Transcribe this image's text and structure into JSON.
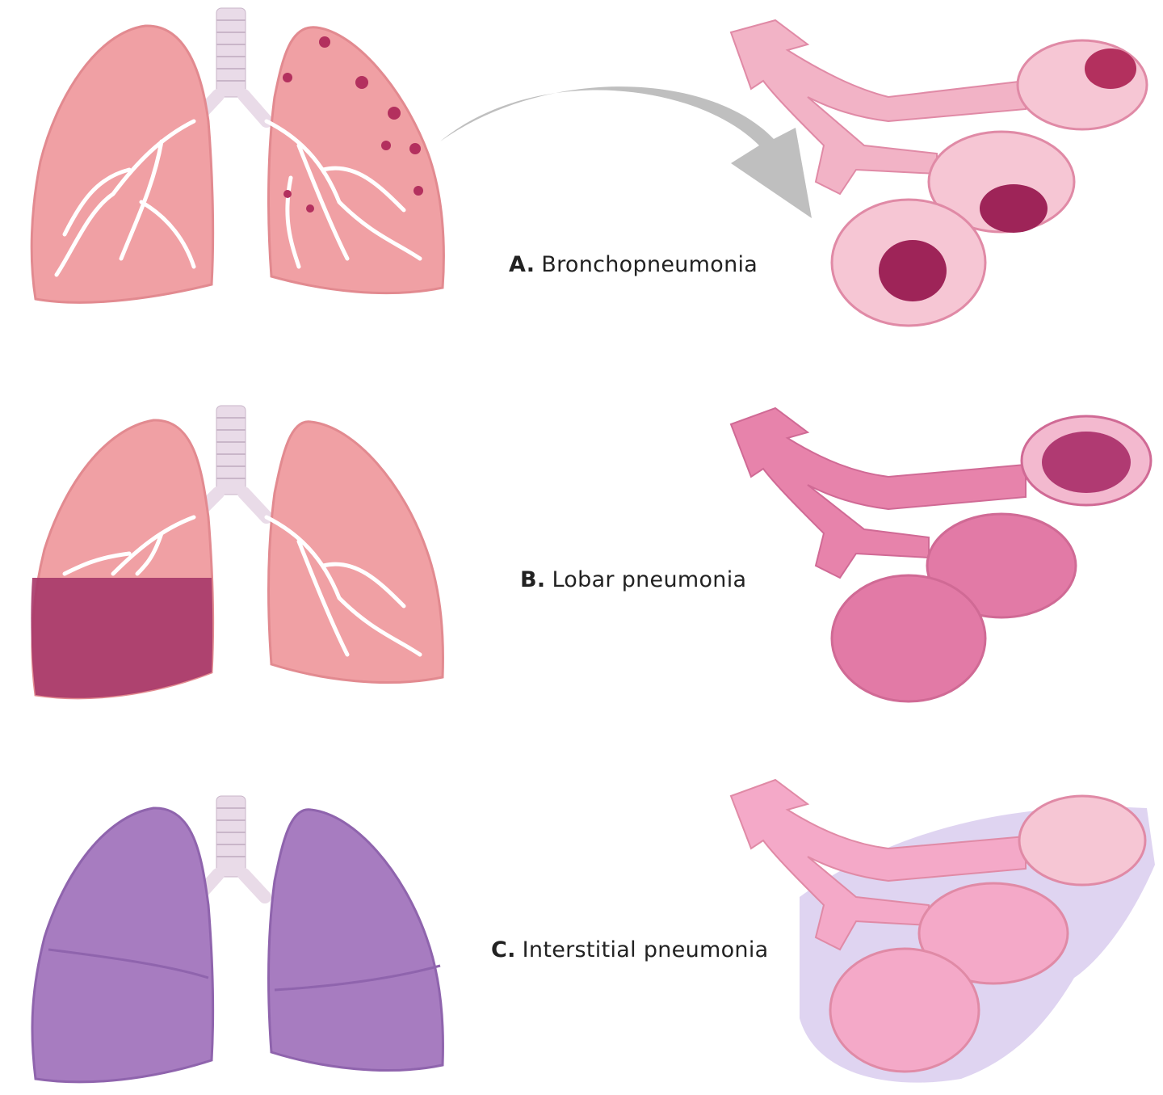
{
  "panels": [
    {
      "letter": "A.",
      "name": "Bronchopneumonia",
      "lung_color": "#f0a0a4",
      "lung_shade": "#e28a90",
      "affected_color": "#b3305e",
      "alveoli_color": "#f2b3c6"
    },
    {
      "letter": "B.",
      "name": "Lobar pneumonia",
      "lung_color": "#f0a0a4",
      "lung_shade": "#e28a90",
      "affected_color": "#a83a6a",
      "alveoli_color": "#e783ab"
    },
    {
      "letter": "C.",
      "name": "Interstitial pneumonia",
      "lung_color": "#a77cc0",
      "lung_shade": "#8f64ad",
      "affected_color": "#7a5aa8",
      "alveoli_color": "#f4a9c8"
    }
  ],
  "colors": {
    "trachea": "#e9dbe8",
    "bronchi": "#ffffff",
    "arrow": "#bfbfbf",
    "interstitial_halo": "#c9b8e8"
  },
  "icons": [
    "lungs-illustration",
    "alveoli-illustration",
    "curved-arrow"
  ]
}
